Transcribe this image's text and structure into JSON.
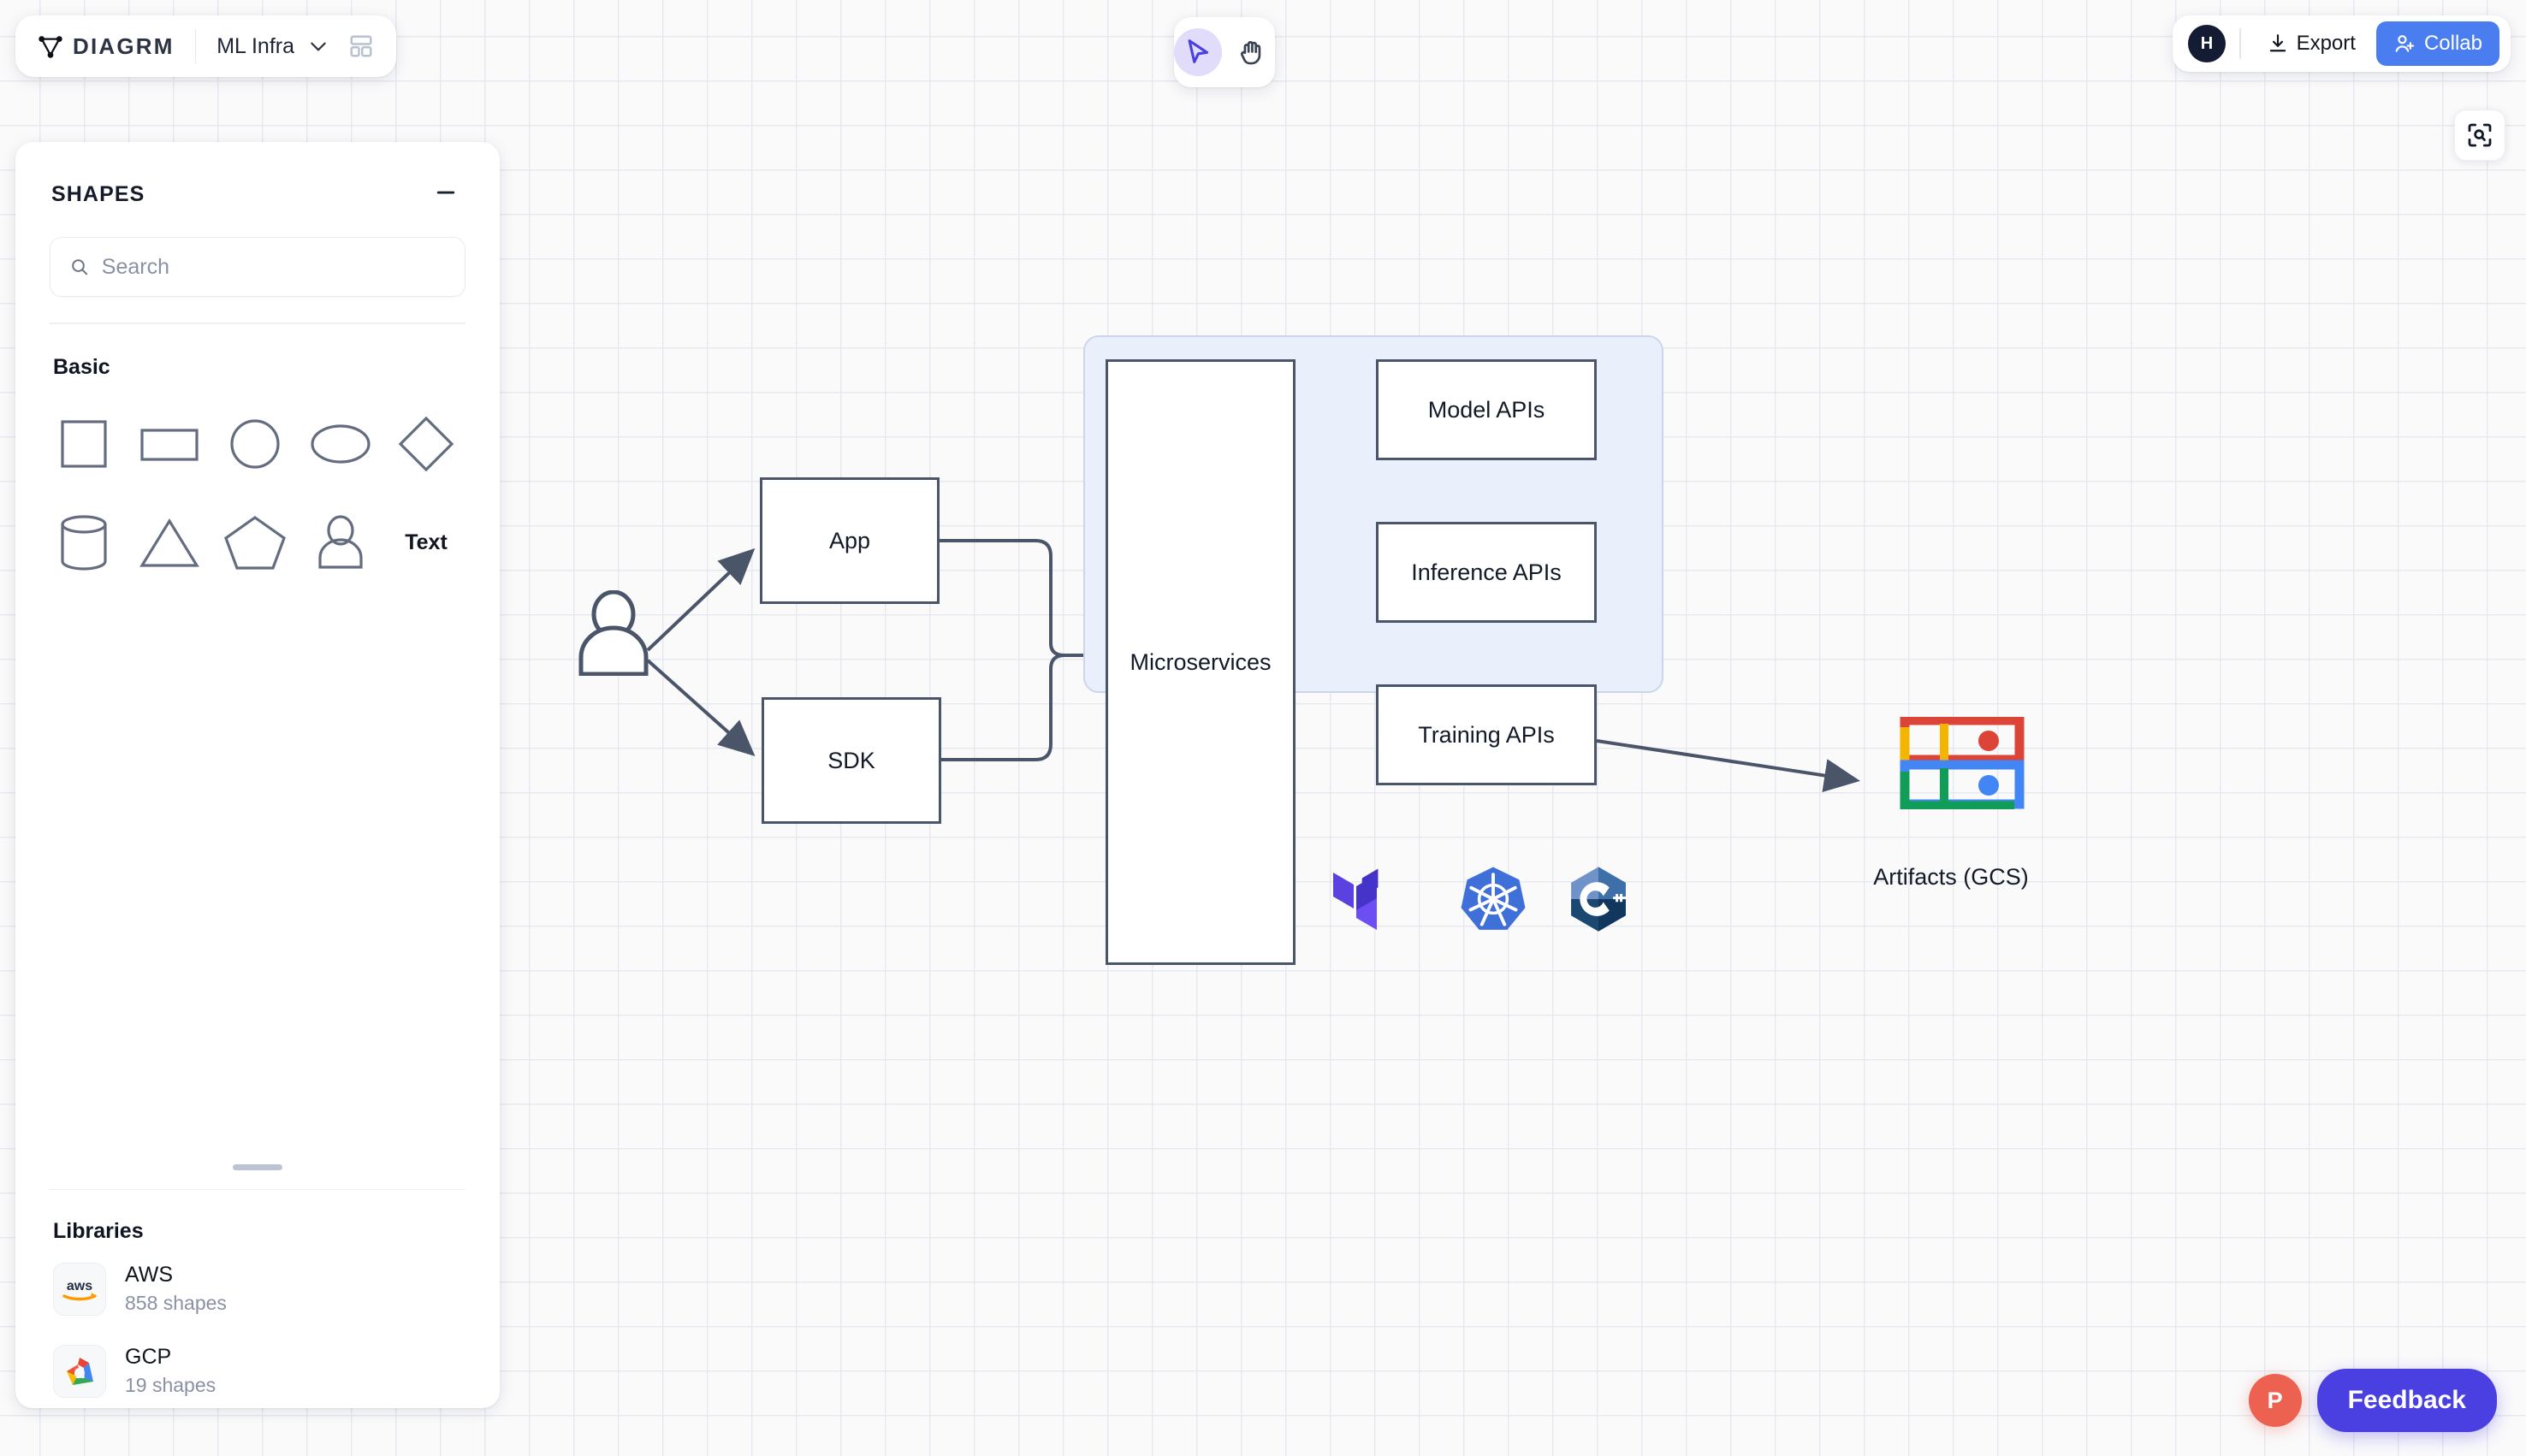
{
  "brand": {
    "logo_icon": "graph-triangle-icon",
    "name": "DIAGRM",
    "document_name": "ML Infra",
    "chevron_icon": "chevron-down-icon",
    "layout_icon": "layout-grid-icon"
  },
  "toolbar": {
    "tools": [
      {
        "name": "select-tool",
        "icon": "cursor-arrow-icon",
        "active": true
      },
      {
        "name": "pan-tool",
        "icon": "hand-icon",
        "active": false
      }
    ]
  },
  "actions": {
    "avatar_initial": "H",
    "export_label": "Export",
    "export_icon": "download-icon",
    "collab_label": "Collab",
    "collab_icon": "user-plus-icon",
    "collab_color": "#4a7df0"
  },
  "zoom_fit": {
    "icon": "zoom-to-fit-icon"
  },
  "shapes_panel": {
    "title": "SHAPES",
    "collapse_icon": "minus-icon",
    "search": {
      "value": "",
      "placeholder": "Search",
      "icon": "search-icon"
    },
    "basic_label": "Basic",
    "basic_shapes": [
      {
        "name": "shape-square",
        "icon": "square-icon",
        "label": ""
      },
      {
        "name": "shape-rectangle",
        "icon": "rectangle-icon",
        "label": ""
      },
      {
        "name": "shape-circle",
        "icon": "circle-icon",
        "label": ""
      },
      {
        "name": "shape-ellipse",
        "icon": "ellipse-icon",
        "label": ""
      },
      {
        "name": "shape-diamond",
        "icon": "diamond-icon",
        "label": ""
      },
      {
        "name": "shape-cylinder",
        "icon": "cylinder-icon",
        "label": ""
      },
      {
        "name": "shape-triangle",
        "icon": "triangle-icon",
        "label": ""
      },
      {
        "name": "shape-pentagon",
        "icon": "pentagon-icon",
        "label": ""
      },
      {
        "name": "shape-actor",
        "icon": "person-icon",
        "label": ""
      },
      {
        "name": "shape-text",
        "icon": "text-icon",
        "label": "Text"
      }
    ],
    "libraries_label": "Libraries",
    "libraries": [
      {
        "name": "AWS",
        "count": "858 shapes",
        "icon": "aws-logo-icon"
      },
      {
        "name": "GCP",
        "count": "19 shapes",
        "icon": "gcp-logo-icon"
      }
    ]
  },
  "diagram": {
    "nodes": {
      "app": "App",
      "sdk": "SDK",
      "microservices": "Microservices",
      "model_apis": "Model APIs",
      "inference_apis": "Inference APIs",
      "training_apis": "Training APIs",
      "artifacts": "Artifacts (GCS)"
    },
    "tech_logos": [
      {
        "name": "terraform-logo",
        "icon": "terraform-icon"
      },
      {
        "name": "kubernetes-logo",
        "icon": "kubernetes-icon"
      },
      {
        "name": "cpp-logo",
        "icon": "cplusplus-icon"
      }
    ],
    "actor_icon": "user-actor-icon",
    "artifacts_icon": "google-cloud-storage-icon"
  },
  "footer": {
    "avatar_initial": "P",
    "avatar_color": "#ec6150",
    "feedback_label": "Feedback",
    "feedback_color": "#4a3fe0"
  }
}
